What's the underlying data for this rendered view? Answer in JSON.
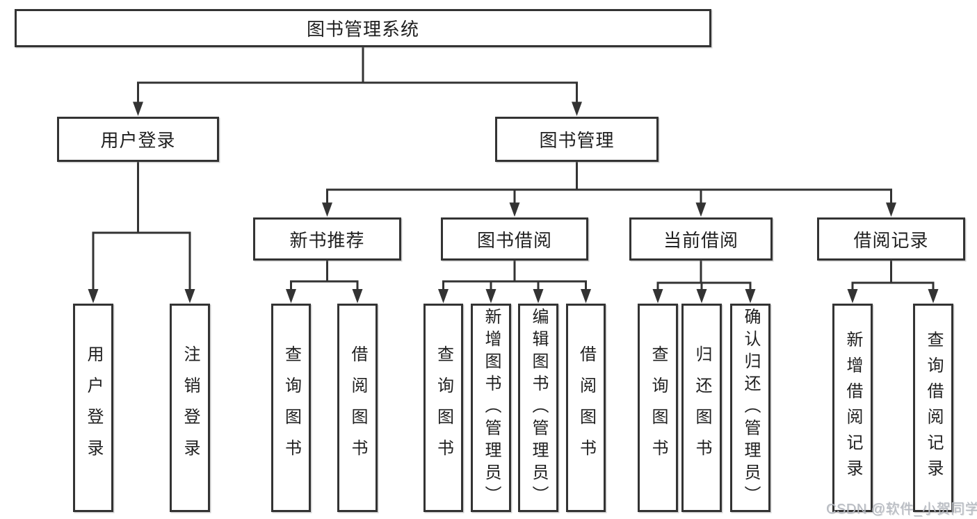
{
  "diagram": {
    "type": "hierarchy-tree",
    "root": {
      "label": "图书管理系统"
    },
    "branches": [
      {
        "label": "用户登录",
        "leaves": [
          "用户登录",
          "注销登录"
        ]
      },
      {
        "label": "图书管理",
        "groups": [
          {
            "label": "新书推荐",
            "leaves": [
              "查询图书",
              "借阅图书"
            ]
          },
          {
            "label": "图书借阅",
            "leaves": [
              "查询图书",
              "新增图书（管理员）",
              "编辑图书（管理员）",
              "借阅图书"
            ]
          },
          {
            "label": "当前借阅",
            "leaves": [
              "查询图书",
              "归还图书",
              "确认归还（管理员）"
            ]
          },
          {
            "label": "借阅记录",
            "leaves": [
              "新增借阅记录",
              "查询借阅记录"
            ]
          }
        ]
      }
    ]
  },
  "watermark": {
    "text": "CSDN @软件_小贺同学"
  },
  "colors": {
    "line": "#333333",
    "text": "#1f1f1f",
    "background": "#ffffff",
    "watermark_gray": "#b7bbc2"
  }
}
